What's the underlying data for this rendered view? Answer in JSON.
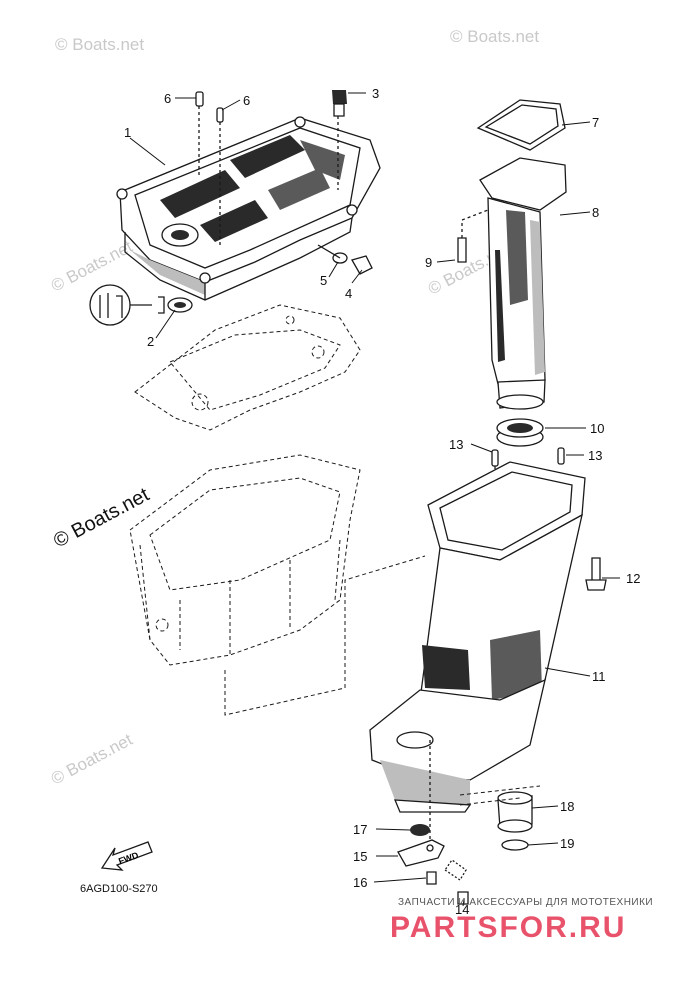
{
  "watermarks": [
    "© Boats.net",
    "© Boats.net",
    "© Boats.net",
    "© Boats.net",
    "© Boats.net",
    "© Boats.net",
    "© Boats.net"
  ],
  "watermark_center": "© Boats.net",
  "callouts": [
    "1",
    "2",
    "3",
    "4",
    "5",
    "6",
    "6",
    "7",
    "8",
    "9",
    "10",
    "11",
    "12",
    "13",
    "13",
    "14",
    "15",
    "16",
    "17",
    "18",
    "19"
  ],
  "diagram_code": "6AGD100-S270",
  "fwd_label": "FWD",
  "promo_text": "ЗАПЧАСТИ И АКСЕССУАРЫ ДЛЯ МОТОТЕХНИКИ",
  "brand_text": "PARTSFOR.RU"
}
